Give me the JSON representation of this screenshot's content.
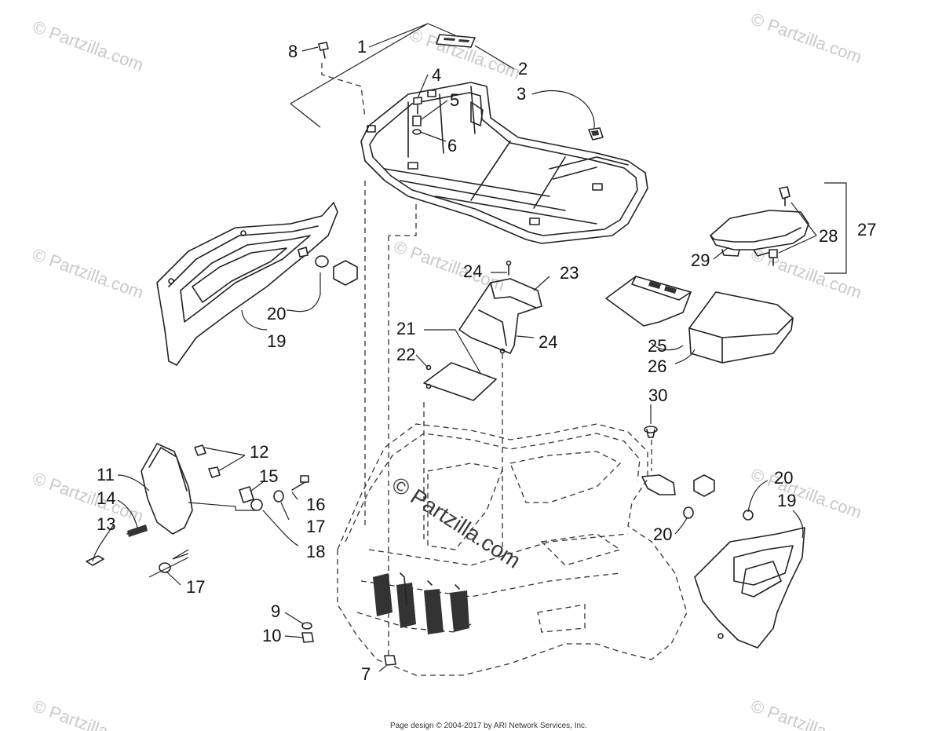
{
  "callouts": {
    "c1": "1",
    "c2": "2",
    "c3": "3",
    "c4": "4",
    "c5": "5",
    "c6": "6",
    "c7": "7",
    "c8": "8",
    "c9": "9",
    "c10": "10",
    "c11": "11",
    "c12": "12",
    "c13": "13",
    "c14": "14",
    "c15": "15",
    "c16": "16",
    "c17a": "17",
    "c17b": "17",
    "c18": "18",
    "c19a": "19",
    "c19b": "19",
    "c20a": "20",
    "c20b": "20",
    "c20c": "20",
    "c21": "21",
    "c22": "22",
    "c23": "23",
    "c24a": "24",
    "c24b": "24",
    "c25": "25",
    "c26": "26",
    "c27": "27",
    "c28": "28",
    "c29": "29",
    "c30": "30"
  },
  "watermarks": {
    "small": "© Partzilla.com",
    "center": "© Partzilla.com"
  },
  "footer": {
    "text": "Page design © 2004-2017 by ARI Network Services, Inc."
  }
}
